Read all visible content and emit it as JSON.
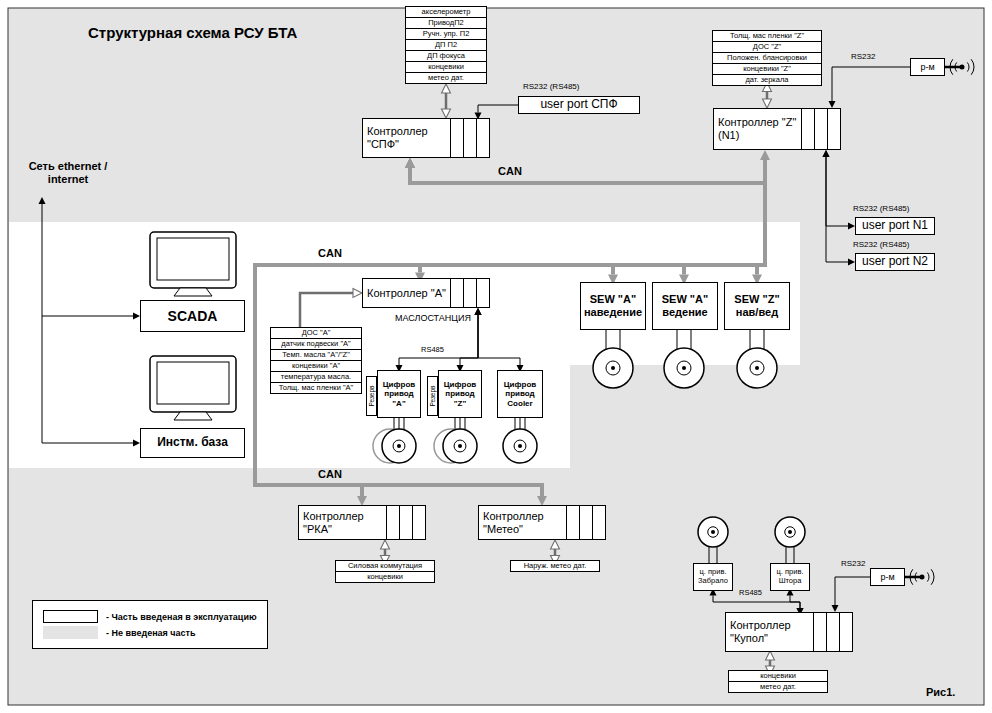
{
  "diagram": {
    "title": "Структурная схема РСУ БТА",
    "caption": "Рис1.",
    "nodes": [
      {
        "text": [
          "акселерометр",
          "ПриводП2",
          "Ручн. упр. П2",
          "ДП П2",
          "ДП фокуса",
          "концевики",
          "метео дат."
        ]
      },
      {
        "text": [
          "Контроллер \"СПФ\""
        ]
      },
      {
        "text": [
          "user port СПФ"
        ]
      },
      {
        "text": [
          "Толщ. мас пленки \"Z\"",
          "ДОС \"Z\"",
          "Положен. блансировки",
          "концевики \"Z\"",
          "дат. зеркала"
        ]
      },
      {
        "text": [
          "Контроллер \"Z\" (N1)"
        ]
      },
      {
        "text": [
          "р-м"
        ]
      },
      {
        "text": [
          "user port N1"
        ]
      },
      {
        "text": [
          "user port N2"
        ]
      },
      {
        "text": [
          "SCADA"
        ]
      },
      {
        "text": [
          "Инстм. база"
        ]
      },
      {
        "text": [
          "Контроллер \"А\""
        ]
      },
      {
        "text": [
          "ДОС \"А\"",
          "датчик подвески \"А\"",
          "Темп. масла \"А\"/\"Z\"",
          "концевики \"А\"",
          "температура масла.",
          "Толщ. мас пленки \"А\""
        ]
      },
      {
        "text": [
          "Цифров привод \"А\""
        ]
      },
      {
        "text": [
          "Цифров привод \"Z\""
        ]
      },
      {
        "text": [
          "Цифров привод Cooler"
        ]
      },
      {
        "text": [
          "SEW \"A\" наведение"
        ]
      },
      {
        "text": [
          "SEW \"A\" ведение"
        ]
      },
      {
        "text": [
          "SEW \"Z\" нав/вед"
        ]
      },
      {
        "text": [
          "Контроллер \"РКА\""
        ]
      },
      {
        "text": [
          "Силовая коммутация",
          "концевики"
        ]
      },
      {
        "text": [
          "Контроллер \"Метео\""
        ]
      },
      {
        "text": [
          "Наруж. метео дат."
        ]
      },
      {
        "text": [
          "ц. прив. Забрало"
        ]
      },
      {
        "text": [
          "ц. прив. Штора"
        ]
      },
      {
        "text": [
          "Контроллер \"Купол\""
        ]
      },
      {
        "text": [
          "концевики",
          "метео дат."
        ]
      },
      {
        "text": [
          "р-м"
        ]
      },
      {
        "text": [
          "Резерв"
        ]
      },
      {
        "text": [
          "Резерв"
        ]
      }
    ],
    "edges": [
      {
        "from": 0,
        "to": 1,
        "arrow": "both"
      },
      {
        "from": 2,
        "to": 1,
        "arrow": "to",
        "label": "RS232 (RS485)"
      },
      {
        "from": 1,
        "to": 4,
        "arrow": "both"
      },
      {
        "from": 3,
        "to": 4,
        "arrow": "both"
      },
      {
        "from": 5,
        "to": 4,
        "arrow": "to",
        "label": "RS232"
      },
      {
        "from": 4,
        "to": 6,
        "arrow": "both",
        "label": "RS232 (RS485)"
      },
      {
        "from": 4,
        "to": 7,
        "arrow": "both",
        "label": "RS232 (RS485)"
      },
      {
        "from": 1,
        "to": 10,
        "arrow": "both"
      },
      {
        "from": 1,
        "to": 15,
        "arrow": "both"
      },
      {
        "from": 1,
        "to": 16,
        "arrow": "both"
      },
      {
        "from": 1,
        "to": 17,
        "arrow": "both"
      },
      {
        "from": 1,
        "to": 18,
        "arrow": "both"
      },
      {
        "from": 1,
        "to": 20,
        "arrow": "both"
      },
      {
        "from": 8,
        "to": 9,
        "arrow": "both"
      },
      {
        "from": 11,
        "to": 10,
        "arrow": "to"
      },
      {
        "from": 10,
        "to": 14,
        "arrow": "both"
      },
      {
        "from": 10,
        "to": 12,
        "arrow": "both"
      },
      {
        "from": 10,
        "to": 13,
        "arrow": "both"
      },
      {
        "from": 19,
        "to": 18,
        "arrow": "both"
      },
      {
        "from": 21,
        "to": 20,
        "arrow": "both"
      },
      {
        "from": 22,
        "to": 24,
        "arrow": "both"
      },
      {
        "from": 23,
        "to": 24,
        "arrow": "both"
      },
      {
        "from": 26,
        "to": 24,
        "arrow": "to",
        "label": "RS232"
      },
      {
        "from": 25,
        "to": 24,
        "arrow": "both"
      }
    ],
    "labels": [
      "Сеть ethernet / internet",
      "CAN",
      "CAN",
      "CAN",
      "МАСЛОСТАНЦИЯ",
      "RS485",
      "RS485"
    ],
    "legend": [
      {
        "text": "- Часть введеная в эксплуатацию"
      },
      {
        "text": "- Не введеная часть",
        "color": "#e4e4e4"
      }
    ]
  }
}
